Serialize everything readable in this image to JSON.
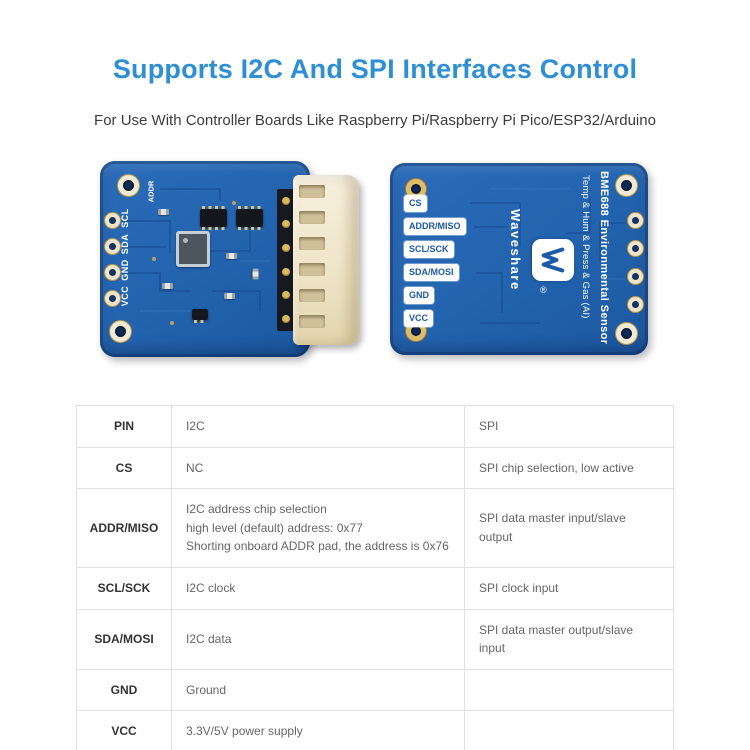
{
  "header": {
    "title": "Supports I2C And SPI Interfaces Control",
    "subtitle": "For Use With Controller Boards Like Raspberry Pi/Raspberry Pi Pico/ESP32/Arduino"
  },
  "board_front": {
    "addr_label": "ADDR",
    "left_pins": [
      "SCL",
      "SDA",
      "GND",
      "VCC"
    ]
  },
  "board_back": {
    "pin_labels": [
      "CS",
      "ADDR/MISO",
      "SCL/SCK",
      "SDA/MOSI",
      "GND",
      "VCC"
    ],
    "product_line1": "BME688 Environmental Sensor",
    "product_line2": "Temp & Hum & Press & Gas (AI)",
    "brand": "Waveshare",
    "registered_mark": "®"
  },
  "table": {
    "rows": [
      {
        "pin": "PIN",
        "i2c": "I2C",
        "spi": "SPI"
      },
      {
        "pin": "CS",
        "i2c": "NC",
        "spi": "SPI chip selection, low active"
      },
      {
        "pin": "ADDR/MISO",
        "i2c_lines": [
          "I2C address chip selection",
          "high level (default) address: 0x77",
          "Shorting onboard ADDR pad, the address is 0x76"
        ],
        "spi": "SPI data master input/slave output"
      },
      {
        "pin": "SCL/SCK",
        "i2c": "I2C clock",
        "spi": "SPI clock input"
      },
      {
        "pin": "SDA/MOSI",
        "i2c": "I2C data",
        "spi": "SPI data master output/slave input"
      },
      {
        "pin": "GND",
        "i2c": "Ground",
        "spi": ""
      },
      {
        "pin": "VCC",
        "i2c": "3.3V/5V power supply",
        "spi": ""
      }
    ]
  },
  "colors": {
    "title_blue": "#2e8fd5",
    "pcb_blue": "#2263ae",
    "silkscreen": "#ffffff",
    "pad_gold": "#dcbd6a"
  }
}
